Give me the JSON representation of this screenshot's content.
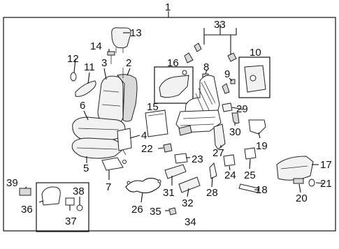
{
  "callouts": {
    "n1": "1",
    "n2": "2",
    "n3": "3",
    "n4": "4",
    "n5": "5",
    "n6": "6",
    "n7": "7",
    "n8": "8",
    "n9": "9",
    "n10": "10",
    "n11": "11",
    "n12": "12",
    "n13": "13",
    "n14": "14",
    "n15": "15",
    "n16": "16",
    "n17": "17",
    "n18": "18",
    "n19": "19",
    "n20": "20",
    "n21": "21",
    "n22": "22",
    "n23": "23",
    "n24": "24",
    "n25": "25",
    "n26": "26",
    "n27": "27",
    "n28": "28",
    "n29": "29",
    "n30": "30",
    "n31": "31",
    "n32": "32",
    "n33": "33",
    "n34": "34",
    "n35": "35",
    "n36": "36",
    "n37": "37",
    "n38": "38",
    "n39": "39"
  }
}
